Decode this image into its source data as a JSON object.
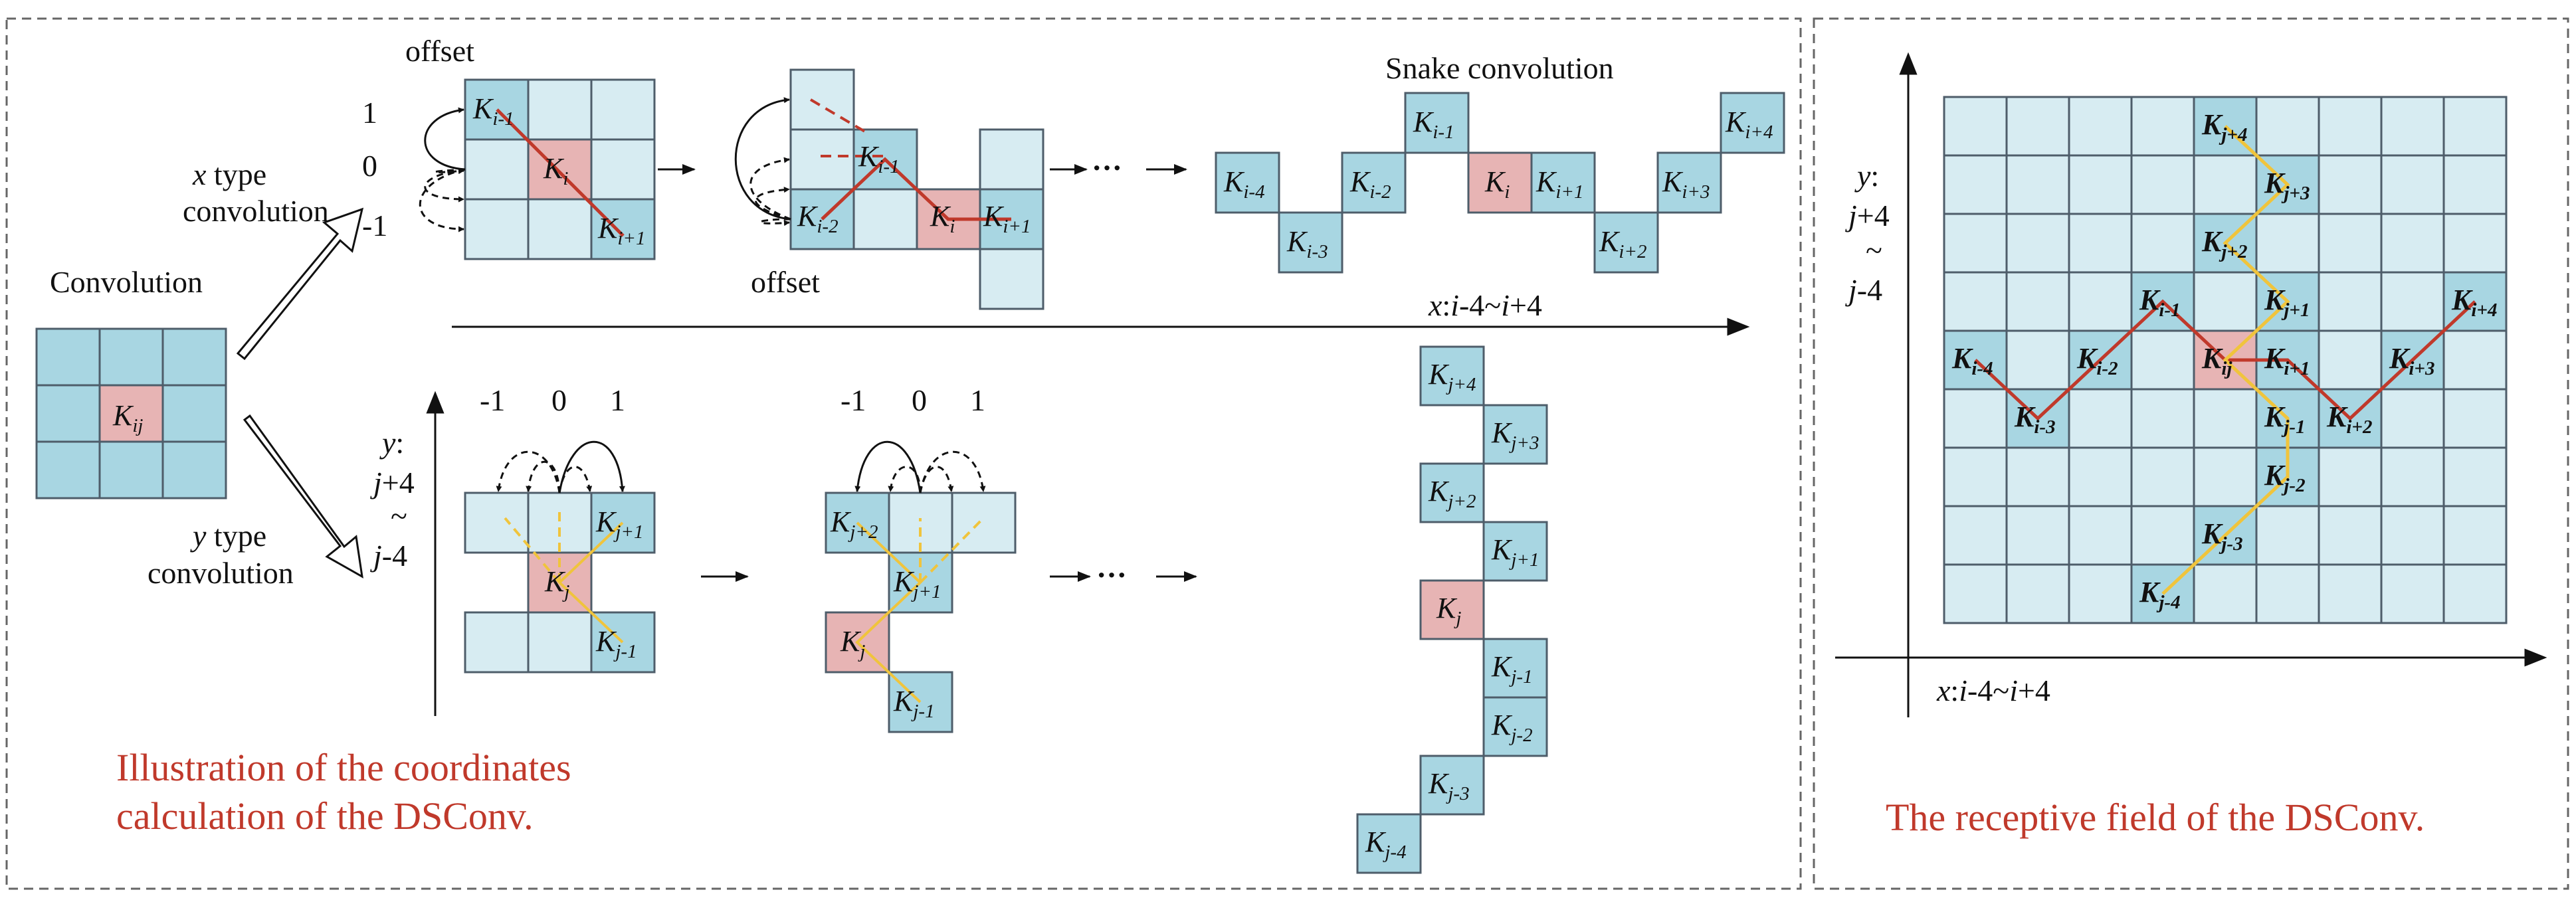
{
  "colors": {
    "cell_blue": "#a8d6e2",
    "cell_light": "#d7ecf2",
    "cell_pink": "#e7b4b4",
    "red_line": "#c0392b",
    "yellow_line": "#f0c43c",
    "caption": "#c0392b"
  },
  "left": {
    "caption_line1": "Illustration of the coordinates",
    "caption_line2": "calculation of the DSConv.",
    "convolution_label": "Convolution",
    "base_kernel": {
      "main": "K",
      "sub": "ij"
    },
    "x_type": {
      "italic": "x",
      "text": " type",
      "line2": "convolution"
    },
    "y_type": {
      "italic": "y",
      "text": " type",
      "line2": "convolution"
    },
    "offset_top": "offset",
    "offset_mid": "offset",
    "snake_label": "Snake convolution",
    "x_offsets": [
      "1",
      "0",
      "-1"
    ],
    "y_offsets": [
      "-1",
      "0",
      "1"
    ],
    "ellipsis": "···",
    "x_axis": {
      "a": "x",
      "b": ":",
      "c": "i",
      "d": "-4~",
      "e": "i",
      "f": "+4"
    },
    "y_axis": {
      "line1a": "y",
      "line1b": ":",
      "line2a": "j",
      "line2b": "+4",
      "line3": "~",
      "line4a": "j",
      "line4b": "-4"
    },
    "x_stage1": [
      {
        "m": "K",
        "s": "i-1"
      },
      {
        "m": "K",
        "s": "i"
      },
      {
        "m": "K",
        "s": "i+1"
      }
    ],
    "x_stage2": [
      {
        "m": "K",
        "s": "i-2"
      },
      {
        "m": "K",
        "s": "i-1"
      },
      {
        "m": "K",
        "s": "i"
      },
      {
        "m": "K",
        "s": "i+1"
      }
    ],
    "x_snake": [
      {
        "m": "K",
        "s": "i-4"
      },
      {
        "m": "K",
        "s": "i-3"
      },
      {
        "m": "K",
        "s": "i-2"
      },
      {
        "m": "K",
        "s": "i-1"
      },
      {
        "m": "K",
        "s": "i"
      },
      {
        "m": "K",
        "s": "i+1"
      },
      {
        "m": "K",
        "s": "i+2"
      },
      {
        "m": "K",
        "s": "i+3"
      },
      {
        "m": "K",
        "s": "i+4"
      }
    ],
    "y_stage1": [
      {
        "m": "K",
        "s": "j+1"
      },
      {
        "m": "K",
        "s": "j"
      },
      {
        "m": "K",
        "s": "j-1"
      }
    ],
    "y_stage2": [
      {
        "m": "K",
        "s": "j+2"
      },
      {
        "m": "K",
        "s": "j+1"
      },
      {
        "m": "K",
        "s": "j"
      },
      {
        "m": "K",
        "s": "j-1"
      }
    ],
    "y_snake": [
      {
        "m": "K",
        "s": "j+4"
      },
      {
        "m": "K",
        "s": "j+3"
      },
      {
        "m": "K",
        "s": "j+2"
      },
      {
        "m": "K",
        "s": "j+1"
      },
      {
        "m": "K",
        "s": "j"
      },
      {
        "m": "K",
        "s": "j-1"
      },
      {
        "m": "K",
        "s": "j-2"
      },
      {
        "m": "K",
        "s": "j-3"
      },
      {
        "m": "K",
        "s": "j-4"
      }
    ]
  },
  "right": {
    "caption": "The receptive field of the DSConv.",
    "x_axis": {
      "a": "x",
      "b": ":",
      "c": "i",
      "d": "-4~",
      "e": "i",
      "f": "+4"
    },
    "y_axis": {
      "line1a": "y",
      "line1b": ":",
      "line2a": "j",
      "line2b": "+4",
      "line3": "~",
      "line4a": "j",
      "line4b": "-4"
    },
    "x_kernels": [
      {
        "m": "K",
        "s": "i-4"
      },
      {
        "m": "K",
        "s": "i-3"
      },
      {
        "m": "K",
        "s": "i-2"
      },
      {
        "m": "K",
        "s": "i-1"
      },
      {
        "m": "K",
        "s": "ij"
      },
      {
        "m": "K",
        "s": "i+1"
      },
      {
        "m": "K",
        "s": "i+2"
      },
      {
        "m": "K",
        "s": "i+3"
      },
      {
        "m": "K",
        "s": "i+4"
      }
    ],
    "y_kernels": [
      {
        "m": "K",
        "s": "j+4"
      },
      {
        "m": "K",
        "s": "j+3"
      },
      {
        "m": "K",
        "s": "j+2"
      },
      {
        "m": "K",
        "s": "j+1"
      },
      {
        "m": "K",
        "s": "j-1"
      },
      {
        "m": "K",
        "s": "j-2"
      },
      {
        "m": "K",
        "s": "j-3"
      },
      {
        "m": "K",
        "s": "j-4"
      }
    ]
  }
}
